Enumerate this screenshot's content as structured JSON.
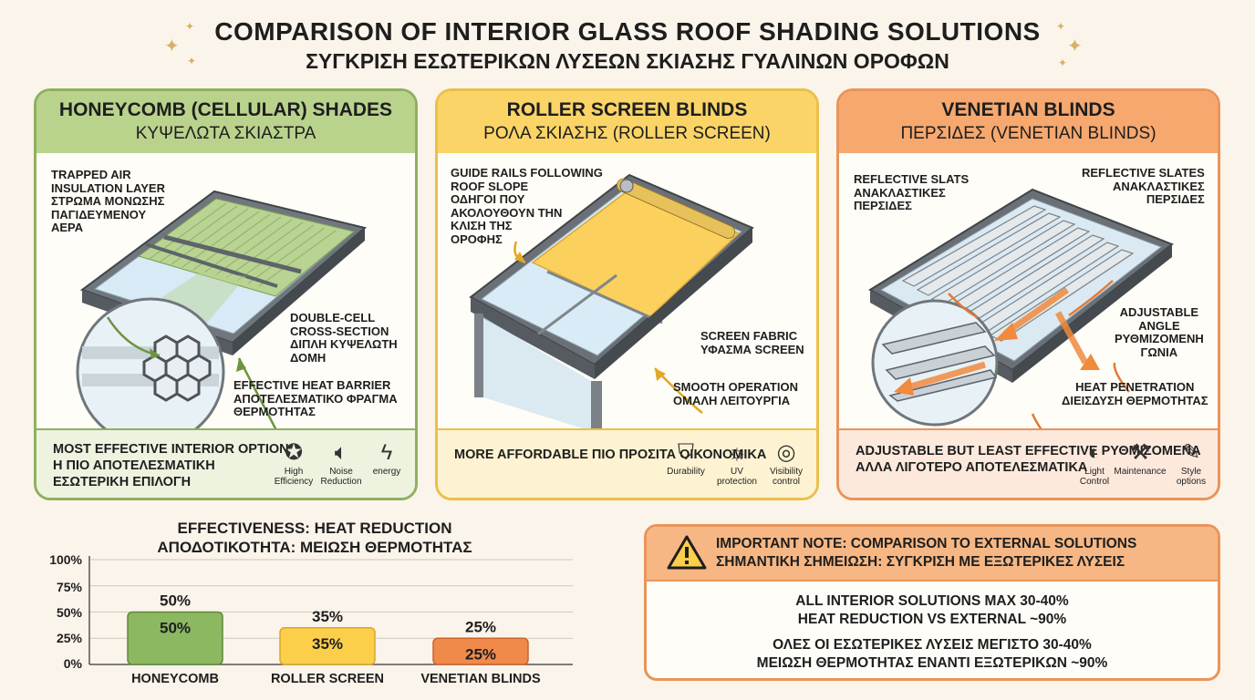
{
  "title": {
    "en": "COMPARISON OF INTERIOR GLASS ROOF SHADING SOLUTIONS",
    "gr": "ΣΥΓΚΡΙΣΗ ΕΣΩΤΕΡΙΚΩΝ ΛΥΣΕΩΝ ΣΚΙΑΣΗΣ ΓΥΑΛΙΝΩΝ ΟΡΟΦΩΝ"
  },
  "cards": [
    {
      "title_en": "HONEYCOMB (CELLULAR) SHADES",
      "title_gr": "ΚΥΨΕΛΩΤΑ ΣΚΙΑΣΤΡΑ",
      "labels": {
        "trapped": "TRAPPED AIR\nINSULATION LAYER\nΣΤΡΩΜΑ ΜΟΝΩΣΗΣ\nΠΑΓΙΔΕΥΜΕΝΟΥ\nΑΕΡΑ",
        "double": "DOUBLE-CELL\nCROSS-SECTION\nΔΙΠΛΗ ΚΥΨΕΛΩΤΗ\nΔΟΜΗ",
        "barrier": "EFFECTIVE HEAT BARRIER\nΑΠΟΤΕΛΕΣΜΑΤΙΚΟ ΦΡΑΓΜΑ\nΘΕΡΜΟΤΗΤΑΣ"
      },
      "footer": "MOST EFFECTIVE INTERIOR OPTION\nΗ ΠΙΟ ΑΠΟΤΕΛΕΣΜΑΤΙΚΗ\nΕΣΩΤΕΡΙΚΗ ΕΠΙΛΟΓΗ",
      "icons": [
        {
          "name": "check-badge-icon",
          "label": "High\nEfficiency"
        },
        {
          "name": "speaker-icon",
          "label": "Noise\nReduction"
        },
        {
          "name": "lightning-icon",
          "label": "energy"
        }
      ]
    },
    {
      "title_en": "ROLLER SCREEN BLINDS",
      "title_gr": "ΡΟΛΑ ΣΚΙΑΣΗΣ (ROLLER SCREEN)",
      "labels": {
        "guide": "GUIDE RAILS FOLLOWING\nROOF SLOPE\nΟΔΗΓΟΙ ΠΟΥ\nΑΚΟΛΟΥΘΟΥΝ ΤΗΝ\nΚΛΙΣΗ ΤΗΣ\nΟΡΟΦΗΣ",
        "fabric": "SCREEN FABRIC\nΥΦΑΣΜΑ SCREEN",
        "smooth": "SMOOTH OPERATION\nΟΜΑΛΗ ΛΕΙΤΟΥΡΓΙΑ"
      },
      "footer": "MORE AFFORDABLE\nΠΙΟ ΠΡΟΣΙΤΑ ΟΙΚΟΝΟΜΙΚΑ",
      "icons": [
        {
          "name": "shield-check-icon",
          "label": "Durability"
        },
        {
          "name": "uv-sun-icon",
          "label": "UV\nprotection"
        },
        {
          "name": "eye-slash-icon",
          "label": "Visibility\ncontrol"
        }
      ]
    },
    {
      "title_en": "VENETIAN BLINDS",
      "title_gr": "ΠΕΡΣΙΔΕΣ (VENETIAN BLINDS)",
      "labels": {
        "slats": "REFLECTIVE SLATS\nΑΝΑΚΛΑΣΤΙΚΕΣ\nΠΕΡΣΙΔΕΣ",
        "slates": "REFLECTIVE SLATES\nΑΝΑΚΛΑΣΤΙΚΕΣ\nΠΕΡΣΙΔΕΣ",
        "angle": "ADJUSTABLE\nANGLE\nΡΥΘΜΙΖΟΜΕΝΗ\nΓΩΝΙΑ",
        "heat": "HEAT PENETRATION\nΔΙΕΙΣΔΥΣΗ ΘΕΡΜΟΤΗΤΑΣ"
      },
      "footer": "ADJUSTABLE BUT LEAST EFFECTIVE\nΡΥΘΜΙΖΟΜΕΝΑ ΑΛΛΑ ΛΙΓΟΤΕΡΟ\nΑΠΟΤΕΛΕΣΜΑΤΙΚΑ",
      "icons": [
        {
          "name": "light-dark-icon",
          "label": "Light\nControl"
        },
        {
          "name": "tools-icon",
          "label": "Maintenance"
        },
        {
          "name": "ruler-pencil-icon",
          "label": "Style\noptions"
        }
      ]
    }
  ],
  "chart_data": {
    "type": "bar",
    "title": "EFFECTIVENESS: HEAT REDUCTION",
    "subtitle": "ΑΠΟΔΟΤΙΚΟΤΗΤΑ: ΜΕΙΩΣΗ ΘΕΡΜΟΤΗΤΑΣ",
    "categories": [
      "HONEYCOMB",
      "ROLLER SCREEN",
      "VENETIAN BLINDS"
    ],
    "values": [
      50,
      35,
      25
    ],
    "value_labels": [
      "50%",
      "35%",
      "25%"
    ],
    "yticks": [
      "100%",
      "75%",
      "50%",
      "25%",
      "0%"
    ],
    "ylim": [
      0,
      100
    ],
    "grid": true,
    "colors": [
      "#8cb862",
      "#fbcf4a",
      "#f08a4b"
    ]
  },
  "note": {
    "title_en": "IMPORTANT NOTE: COMPARISON TO EXTERNAL SOLUTIONS",
    "title_gr": "ΣΗΜΑΝΤΙΚΗ ΣΗΜΕΙΩΣΗ: ΣΥΓΚΡΙΣΗ ΜΕ ΕΞΩΤΕΡΙΚΕΣ ΛΥΣΕΙΣ",
    "body_en": "ALL INTERIOR SOLUTIONS MAX 30-40%\nHEAT REDUCTION VS EXTERNAL ~90%",
    "body_gr": "ΟΛΕΣ ΟΙ ΕΣΩΤΕΡΙΚΕΣ ΛΥΣΕΙΣ ΜΕΓΙΣΤΟ 30-40%\nΜΕΙΩΣΗ ΘΕΡΜΟΤΗΤΑΣ ΕΝΑΝΤΙ ΕΞΩΤΕΡΙΚΩΝ ~90%",
    "icon": "warning-triangle-icon"
  }
}
